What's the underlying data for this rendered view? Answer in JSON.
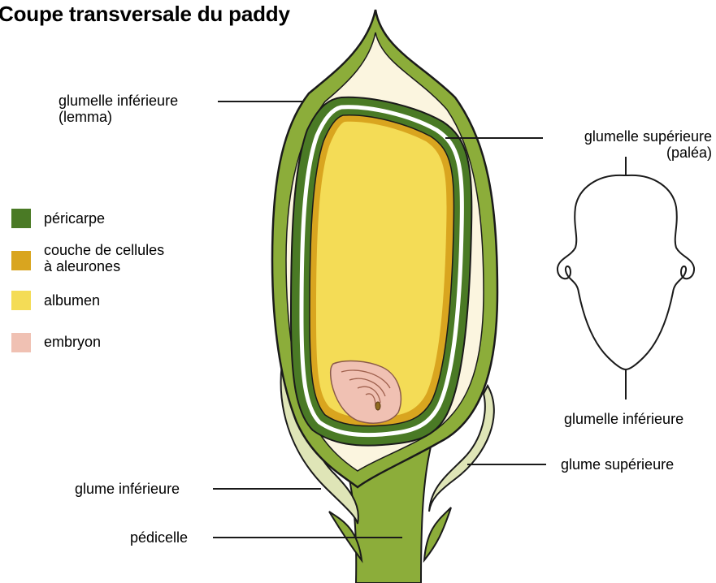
{
  "title": "Coupe transversale du paddy",
  "legend": [
    {
      "label": "péricarpe",
      "color": "#4a7a25"
    },
    {
      "label": "couche de cellules",
      "label2": "à aleurones",
      "color": "#d9a51f"
    },
    {
      "label": "albumen",
      "color": "#f4dc56"
    },
    {
      "label": "embryon",
      "color": "#f0c1b3"
    }
  ],
  "labels": {
    "lemma": {
      "line1": "glumelle inférieure",
      "line2": "(lemma)"
    },
    "palea": {
      "line1": "glumelle supérieure",
      "line2": "(paléa)"
    },
    "glumelle_inf_cross": "glumelle inférieure",
    "glume_sup": "glume supérieure",
    "glume_inf": "glume inférieure",
    "pedicelle": "pédicelle"
  },
  "colors": {
    "husk": "#8cad3a",
    "husk_light": "#fbf5df",
    "pericarp": "#4a7a25",
    "aleurone": "#d9a51f",
    "albumen": "#f4dc56",
    "embryo": "#f0c1b3",
    "glume": "#dfe5b7"
  }
}
